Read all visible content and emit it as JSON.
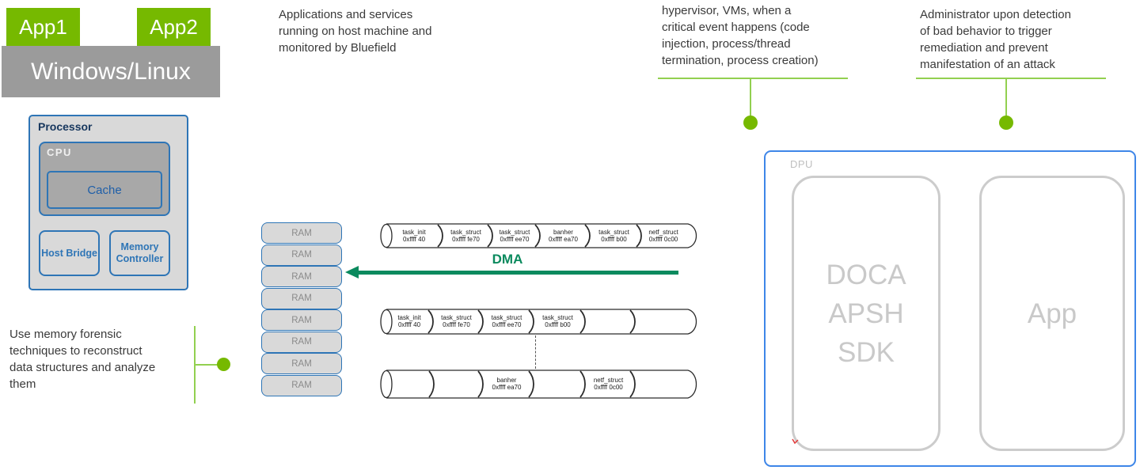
{
  "colors": {
    "nvidia_green": "#76B900",
    "callout_line_green": "#92D050",
    "dma_green": "#0B8A5E",
    "box_border_blue": "#2E75B6",
    "dpu_border_blue": "#3E86E8",
    "box_fill_gray": "#D9D9D9",
    "cpu_fill_gray": "#A8A8A8",
    "os_bar_gray": "#9B9B9B",
    "faded_text_gray": "#C9C9C9"
  },
  "host_stack": {
    "app1": "App1",
    "app2": "App2",
    "os": "Windows/Linux"
  },
  "processor": {
    "title": "Processor",
    "cpu": "CPU",
    "cache": "Cache",
    "host_bridge": "Host Bridge",
    "memory_controller": "Memory Controller"
  },
  "annotations": {
    "top_left": "Applications and services\nrunning on host machine and\nmonitored by Bluefield",
    "top_middle": "hypervisor, VMs, when a\ncritical event happens (code\ninjection, process/thread\ntermination, process creation)",
    "top_right": "Administrator upon detection\nof bad behavior to trigger\nremediation and prevent\nmanifestation of an attack",
    "left": "Use memory forensic\ntechniques to reconstruct\ndata structures and analyze\nthem"
  },
  "ram": {
    "label": "RAM",
    "count": 8
  },
  "dma": {
    "label": "DMA"
  },
  "memory_chains": [
    {
      "segments": [
        {
          "name": "task_init",
          "addr": "0xffff 40"
        },
        {
          "name": "task_struct",
          "addr": "0xffff fe70"
        },
        {
          "name": "task_struct",
          "addr": "0xffff ee70"
        },
        {
          "name": "banher",
          "addr": "0xffff ea70"
        },
        {
          "name": "task_struct",
          "addr": "0xffff b00"
        },
        {
          "name": "netf_struct",
          "addr": "0xffff 0c00"
        }
      ]
    },
    {
      "segments": [
        {
          "name": "task_init",
          "addr": "0xffff 40"
        },
        {
          "name": "task_struct",
          "addr": "0xffff fe70"
        },
        {
          "name": "task_struct",
          "addr": "0xffff ee70"
        },
        {
          "name": "task_struct",
          "addr": "0xffff b00"
        },
        {
          "name": "",
          "addr": ""
        },
        {
          "name": "",
          "addr": ""
        }
      ]
    },
    {
      "segments": [
        {
          "name": "",
          "addr": ""
        },
        {
          "name": "",
          "addr": ""
        },
        {
          "name": "banher",
          "addr": "0xffff ea70"
        },
        {
          "name": "",
          "addr": ""
        },
        {
          "name": "netf_struct",
          "addr": "0xffff 0c00"
        },
        {
          "name": "",
          "addr": ""
        }
      ]
    }
  ],
  "dpu": {
    "label": "DPU",
    "sdk": "DOCA\nAPSH\nSDK",
    "app": "App"
  }
}
